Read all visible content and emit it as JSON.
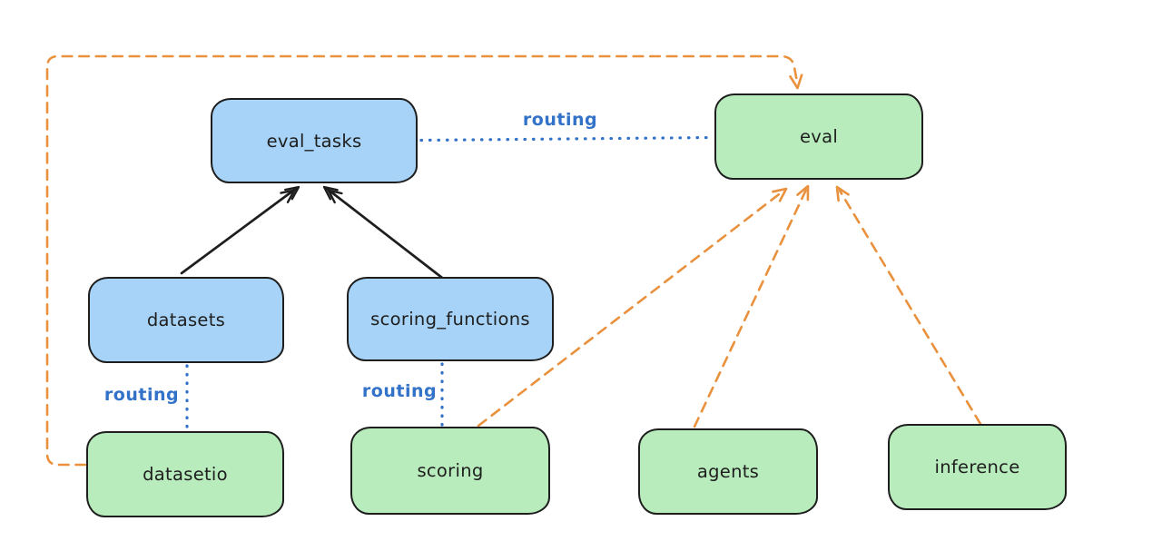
{
  "diagram": {
    "colors": {
      "background": "#ffffff",
      "stroke": "#1e1e1e",
      "blue_fill": "#a6d3f7",
      "green_fill": "#b9ecbc",
      "orange": "#e9913d",
      "blue_line": "#3272c8"
    },
    "nodes": [
      {
        "id": "eval_tasks",
        "label": "eval_tasks",
        "fill": "blue"
      },
      {
        "id": "eval",
        "label": "eval",
        "fill": "green"
      },
      {
        "id": "datasets",
        "label": "datasets",
        "fill": "blue"
      },
      {
        "id": "scoring_functions",
        "label": "scoring_functions",
        "fill": "blue"
      },
      {
        "id": "datasetio",
        "label": "datasetio",
        "fill": "green"
      },
      {
        "id": "scoring",
        "label": "scoring",
        "fill": "green"
      },
      {
        "id": "agents",
        "label": "agents",
        "fill": "green"
      },
      {
        "id": "inference",
        "label": "inference",
        "fill": "green"
      }
    ],
    "edges": [
      {
        "from": "datasets",
        "to": "eval_tasks",
        "style": "solid",
        "color": "black"
      },
      {
        "from": "scoring_functions",
        "to": "eval_tasks",
        "style": "solid",
        "color": "black"
      },
      {
        "from": "eval_tasks",
        "to": "eval",
        "style": "dotted",
        "color": "blue",
        "label": "routing"
      },
      {
        "from": "datasets",
        "to": "datasetio",
        "style": "dotted",
        "color": "blue",
        "label": "routing"
      },
      {
        "from": "scoring_functions",
        "to": "scoring",
        "style": "dotted",
        "color": "blue",
        "label": "routing"
      },
      {
        "from": "datasetio",
        "to": "eval",
        "style": "dashed",
        "color": "orange"
      },
      {
        "from": "scoring",
        "to": "eval",
        "style": "dashed",
        "color": "orange"
      },
      {
        "from": "agents",
        "to": "eval",
        "style": "dashed",
        "color": "orange"
      },
      {
        "from": "inference",
        "to": "eval",
        "style": "dashed",
        "color": "orange"
      }
    ]
  }
}
